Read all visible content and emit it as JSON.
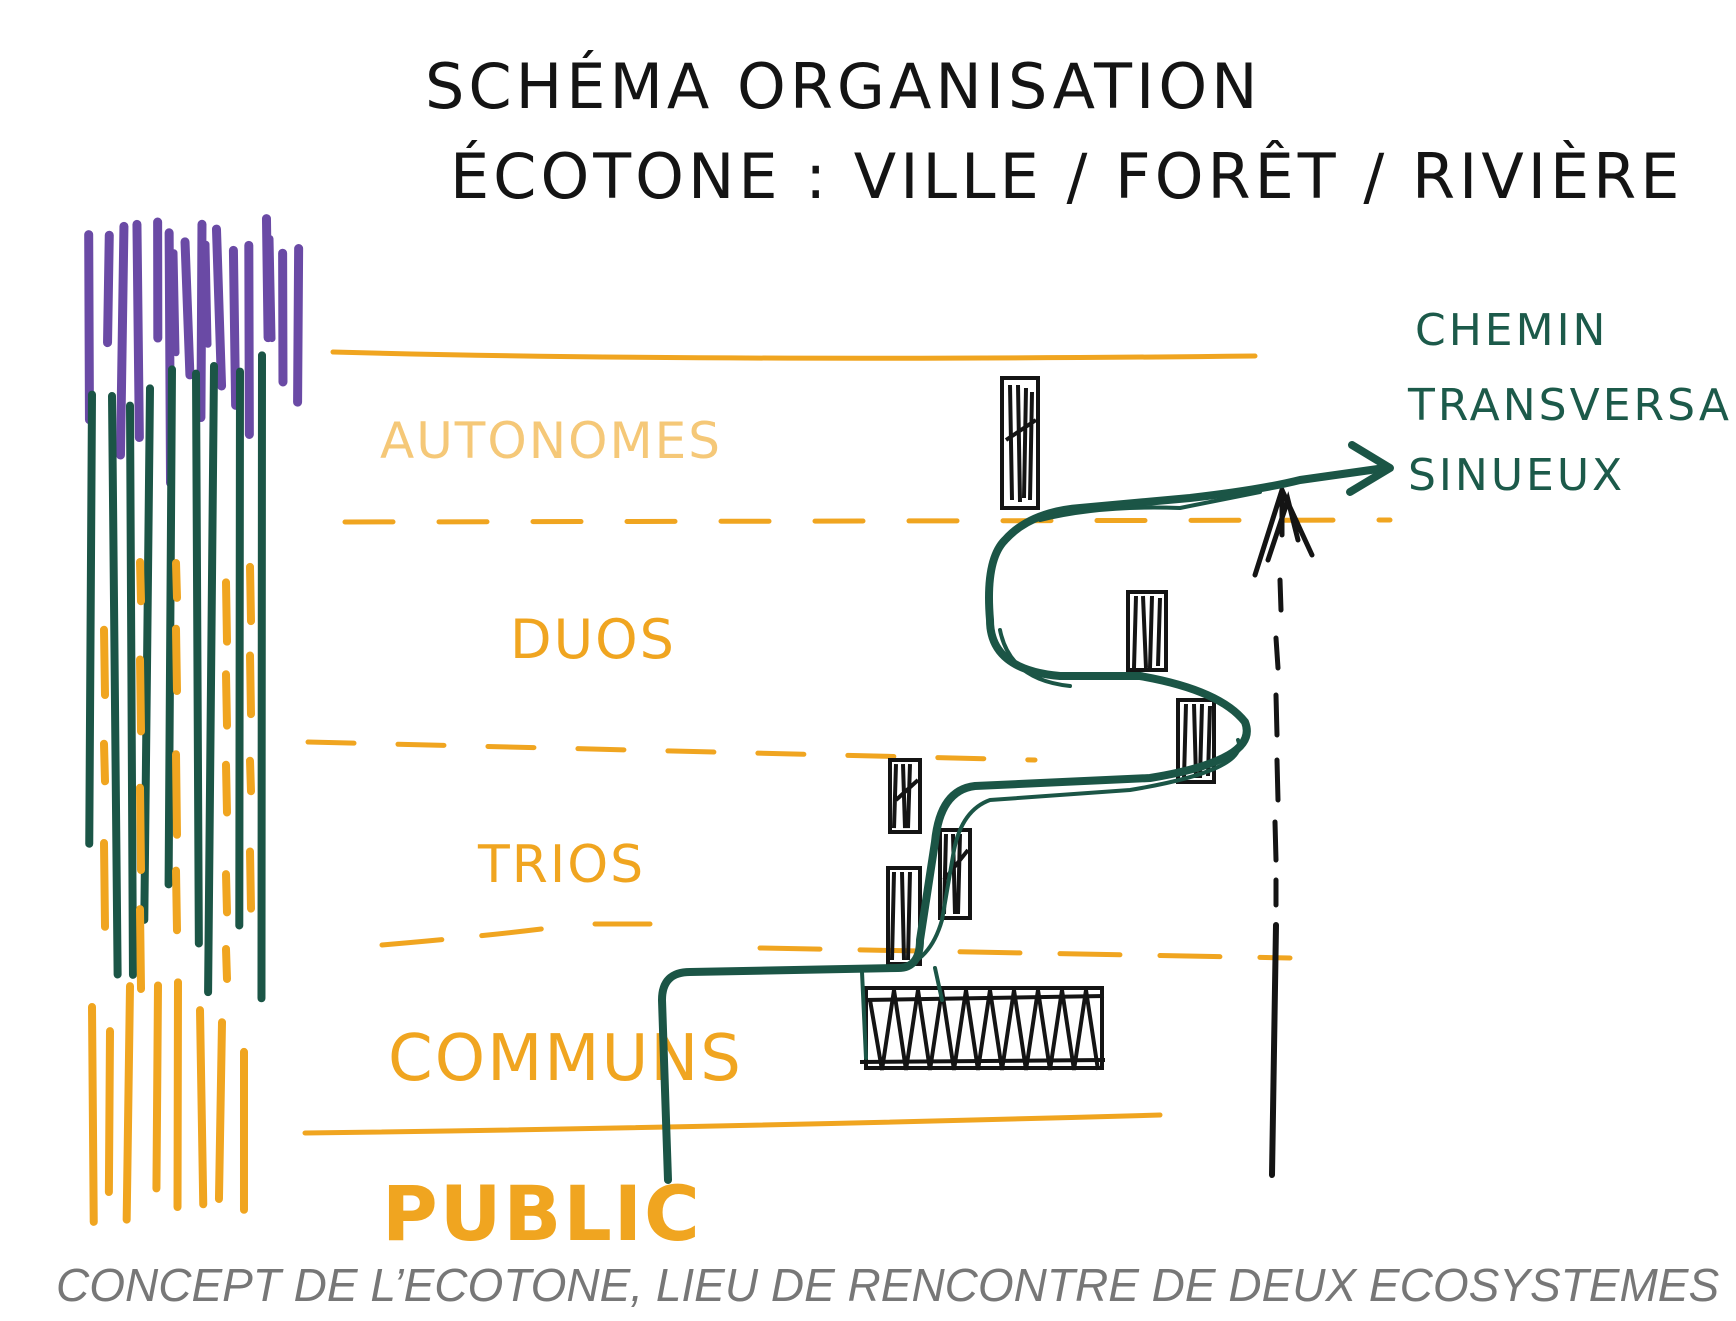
{
  "title": {
    "line1": "SCHÉMA ORGANISATION",
    "line2": "ÉCOTONE : VILLE / FORÊT / RIVIÈRE"
  },
  "zones": [
    {
      "label": "AUTONOMES",
      "color": "#f5c878"
    },
    {
      "label": "DUOS",
      "color": "#f0a520"
    },
    {
      "label": "TRIOS",
      "color": "#f0a520"
    },
    {
      "label": "COMMUNS",
      "color": "#f0a520"
    }
  ],
  "public_label": "PUBLIC",
  "public_color": "#f0a520",
  "path_label": {
    "line1": "CHEMIN",
    "line2": "TRANSVERSAL",
    "line3": "SINUEUX"
  },
  "caption": "CONCEPT DE L’ECOTONE, LIEU DE RENCONTRE DE DEUX ECOSYSTEMES",
  "colors": {
    "purple": "#6a4aa5",
    "green": "#1b5546",
    "orange": "#f0a520",
    "ink": "#141414"
  }
}
